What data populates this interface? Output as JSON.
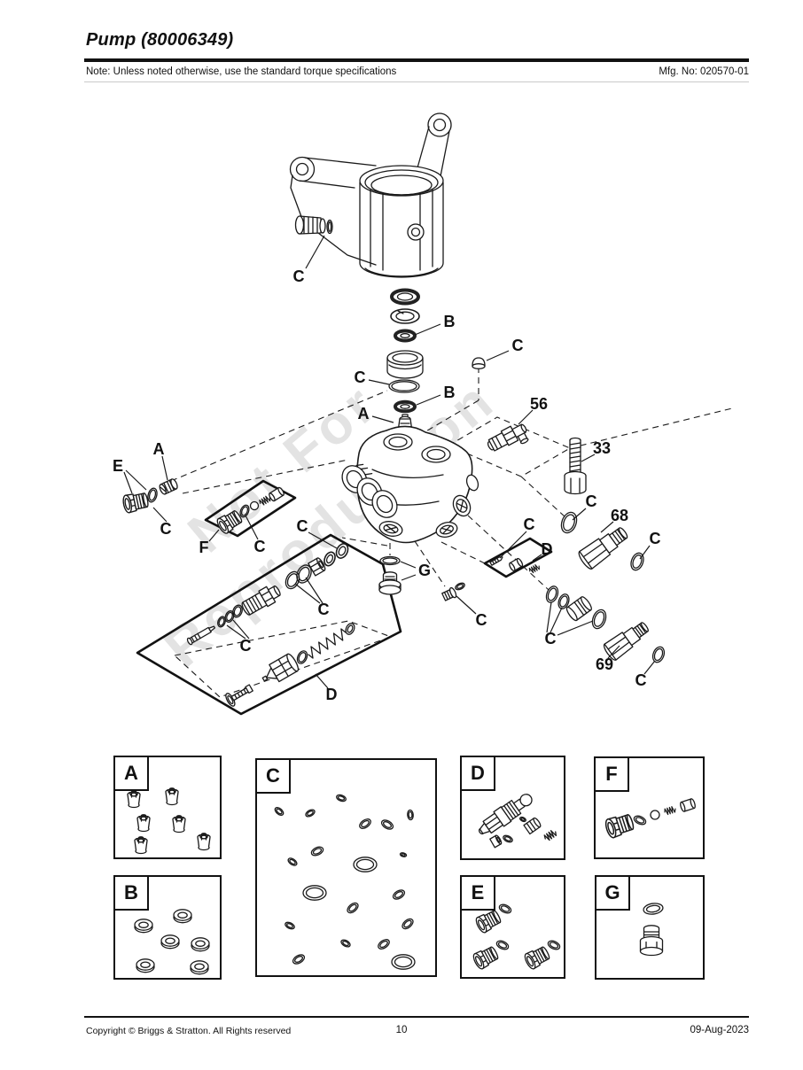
{
  "header": {
    "title": "Pump (80006349)",
    "note": "Note: Unless noted otherwise, use the standard torque specifications",
    "mfg_no": "Mfg. No: 020570-01"
  },
  "watermark": {
    "line1": "Not For",
    "line2": "Reproduction"
  },
  "diagram": {
    "callout_letters": {
      "A": "A",
      "B": "B",
      "C": "C",
      "D": "D",
      "E": "E",
      "F": "F",
      "G": "G"
    },
    "callout_numbers": {
      "n33": "33",
      "n56": "56",
      "n68": "68",
      "n69": "69"
    }
  },
  "detail_boxes": {
    "a": "A",
    "b": "B",
    "c": "C",
    "d": "D",
    "e": "E",
    "f": "F",
    "g": "G"
  },
  "footer": {
    "copyright": "Copyright ©  Briggs & Stratton. All Rights reserved",
    "page_number": "10",
    "date": "09-Aug-2023"
  }
}
